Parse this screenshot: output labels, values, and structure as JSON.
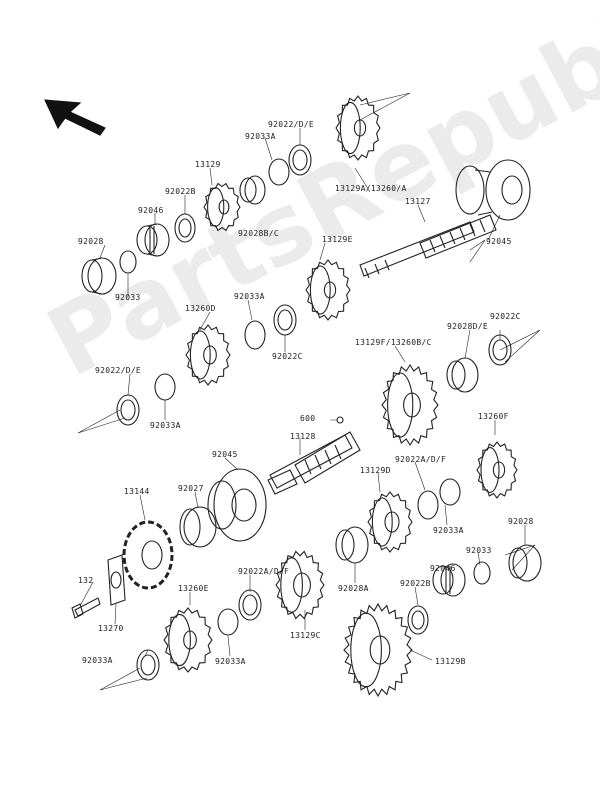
{
  "watermark": "PartsRepublik",
  "colors": {
    "line": "#222222",
    "watermark": "#000000"
  },
  "labels": [
    {
      "id": "l1",
      "text": "92022/D/E"
    },
    {
      "id": "l2",
      "text": "92033A"
    },
    {
      "id": "l3",
      "text": "13129"
    },
    {
      "id": "l4",
      "text": "13129A/13260/A"
    },
    {
      "id": "l5",
      "text": "92022B"
    },
    {
      "id": "l6",
      "text": "13127"
    },
    {
      "id": "l7",
      "text": "92046"
    },
    {
      "id": "l8",
      "text": "92028B/C"
    },
    {
      "id": "l9",
      "text": "92028"
    },
    {
      "id": "l10",
      "text": "92045"
    },
    {
      "id": "l11",
      "text": "92033"
    },
    {
      "id": "l12",
      "text": "13129E"
    },
    {
      "id": "l13",
      "text": "13260D"
    },
    {
      "id": "l14",
      "text": "92033A"
    },
    {
      "id": "l15",
      "text": "92022C"
    },
    {
      "id": "l16",
      "text": "92022C"
    },
    {
      "id": "l17",
      "text": "92028D/E"
    },
    {
      "id": "l18",
      "text": "13129F/13260B/C"
    },
    {
      "id": "l19",
      "text": "92022/D/E"
    },
    {
      "id": "l20",
      "text": "92033A"
    },
    {
      "id": "l21",
      "text": "600"
    },
    {
      "id": "l22",
      "text": "13128"
    },
    {
      "id": "l23",
      "text": "13260F"
    },
    {
      "id": "l24",
      "text": "92045"
    },
    {
      "id": "l25",
      "text": "92022A/D/F"
    },
    {
      "id": "l26",
      "text": "13129D"
    },
    {
      "id": "l27",
      "text": "13144"
    },
    {
      "id": "l28",
      "text": "92027"
    },
    {
      "id": "l29",
      "text": "92033A"
    },
    {
      "id": "l30",
      "text": "92028"
    },
    {
      "id": "l31",
      "text": "92028A"
    },
    {
      "id": "l32",
      "text": "92033"
    },
    {
      "id": "l33",
      "text": "92046"
    },
    {
      "id": "l34",
      "text": "132"
    },
    {
      "id": "l35",
      "text": "92022A/D/F"
    },
    {
      "id": "l36",
      "text": "13260E"
    },
    {
      "id": "l37",
      "text": "92022B"
    },
    {
      "id": "l38",
      "text": "13270"
    },
    {
      "id": "l39",
      "text": "13129C"
    },
    {
      "id": "l40",
      "text": "92033A"
    },
    {
      "id": "l41",
      "text": "92033A"
    },
    {
      "id": "l42",
      "text": "13129B"
    }
  ]
}
